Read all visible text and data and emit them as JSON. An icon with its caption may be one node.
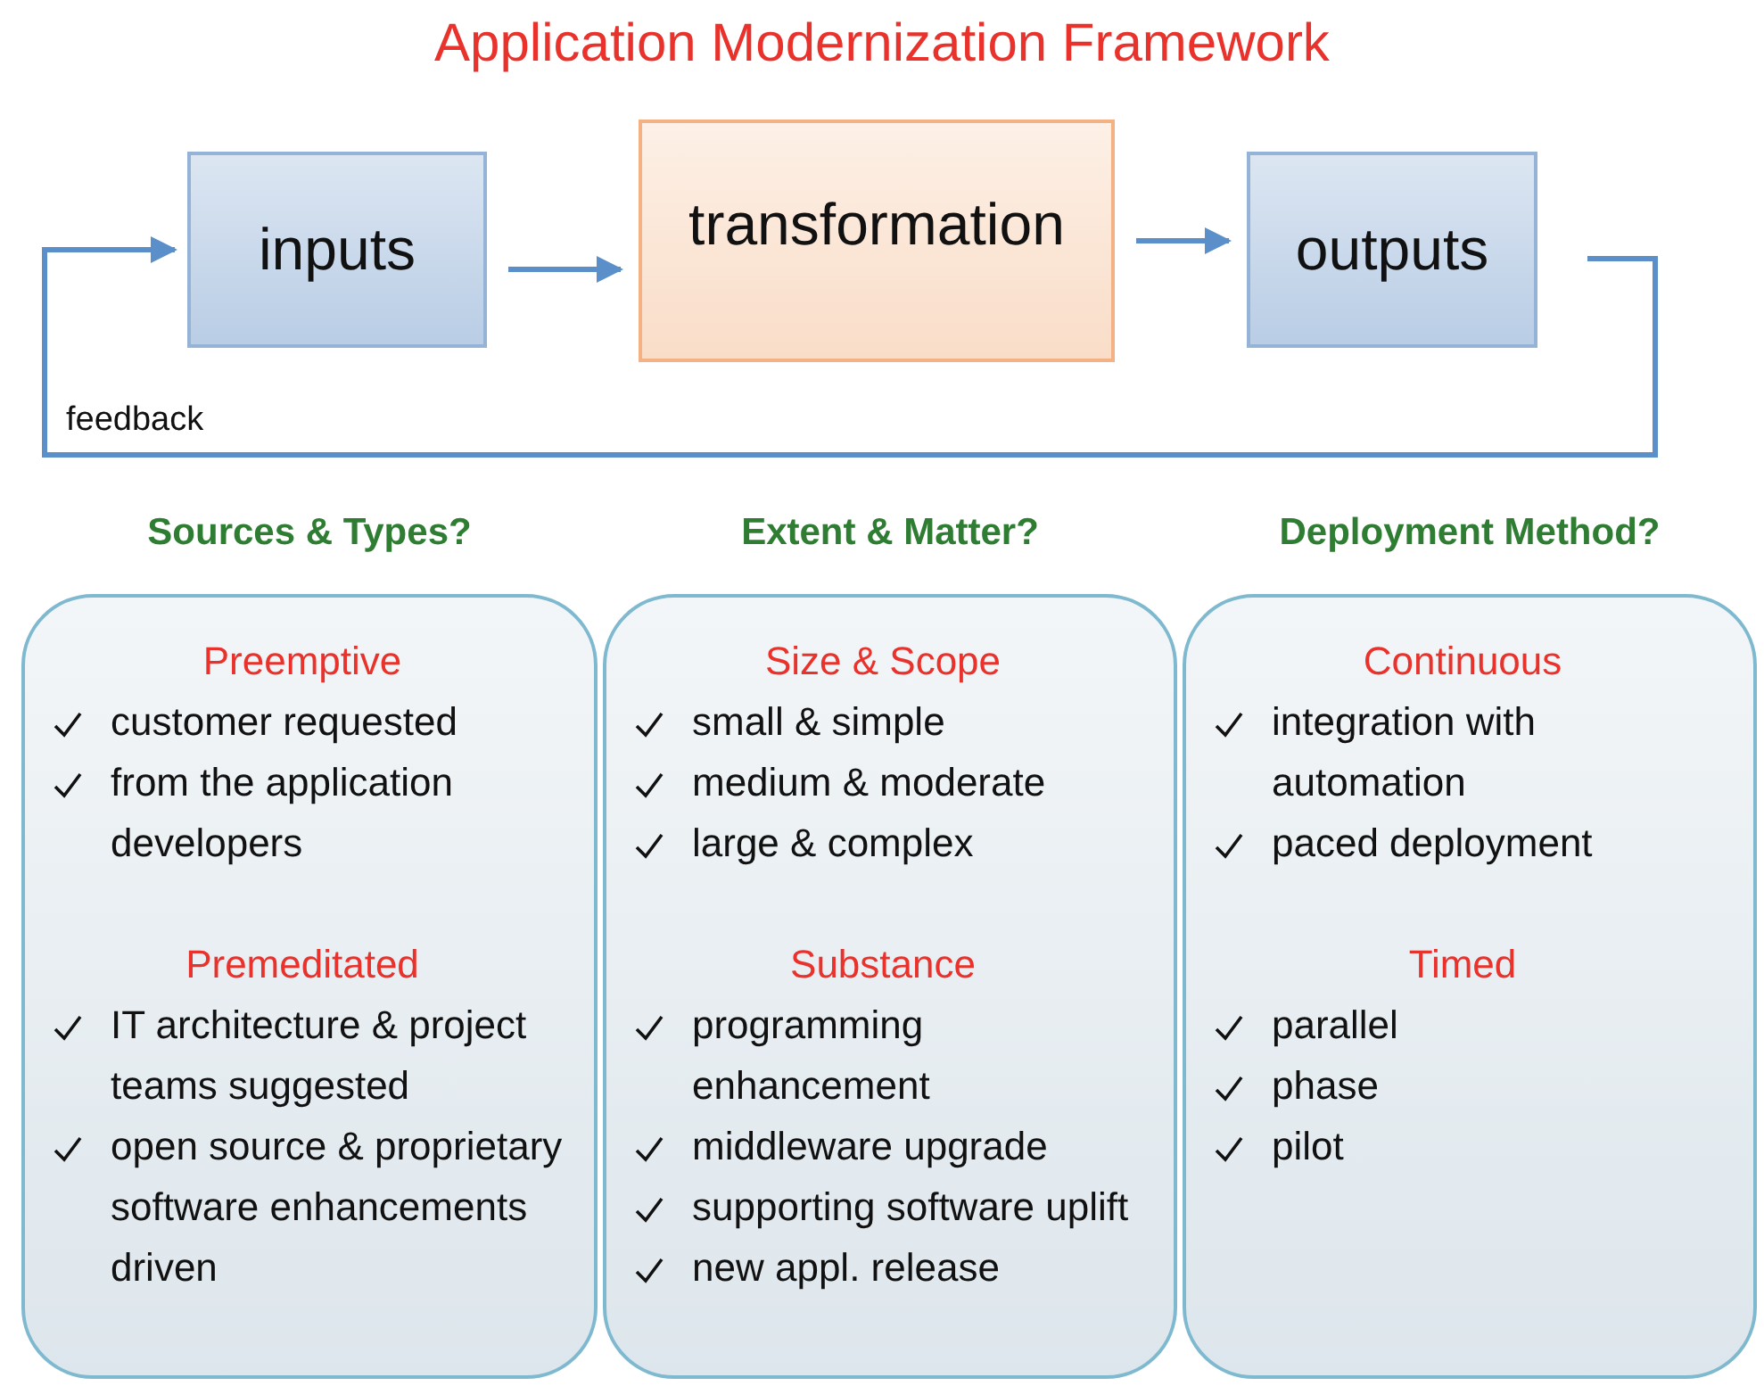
{
  "diagram": {
    "title": "Application Modernization Framework",
    "nodes": [
      {
        "text": [
          "inputs"
        ]
      },
      {
        "text": [
          "transformation"
        ]
      },
      {
        "text": [
          "outputs"
        ]
      },
      {
        "text": [
          "Sources & Types?",
          "Preemptive",
          "customer requested",
          "from the application developers",
          "Premeditated",
          "IT architecture & project teams suggested",
          "open source & proprietary software enhancements driven"
        ]
      },
      {
        "text": [
          "Extent & Matter?",
          "Size & Scope",
          "small & simple",
          "medium & moderate",
          "large & complex",
          "Substance",
          "programming enhancement",
          "middleware upgrade",
          "supporting software uplift",
          "new appl. release"
        ]
      },
      {
        "text": [
          "Deployment Method?",
          "Continuous",
          "integration with automation",
          "paced deployment",
          "Timed",
          "parallel",
          "phase",
          "pilot"
        ]
      }
    ],
    "edges": [
      {
        "from": 0,
        "to": 1,
        "arrow": "to"
      },
      {
        "from": 1,
        "to": 2,
        "arrow": "to"
      },
      {
        "from": 2,
        "to": 0,
        "arrow": "to",
        "label": "feedback"
      }
    ]
  }
}
